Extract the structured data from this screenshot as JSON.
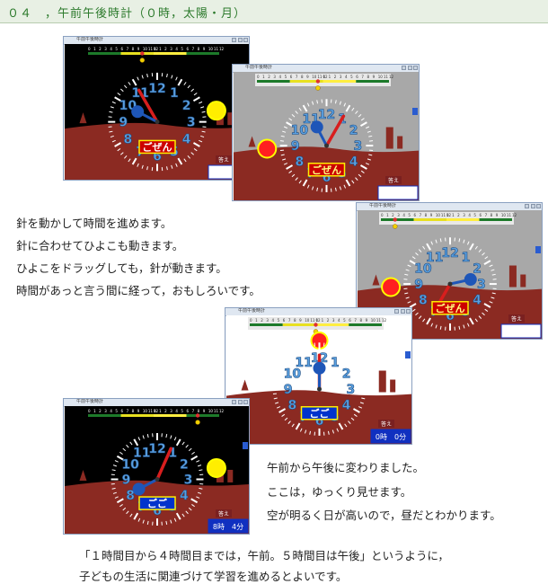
{
  "header": {
    "title": "０４　，午前午後時計（０時，太陽・月）"
  },
  "window": {
    "title_label": "午前午後時計"
  },
  "screenshots": [
    {
      "mode": "night",
      "label": "ごぜん",
      "label_color": "#cc0000",
      "ampm_color": "#ffffff",
      "hour": 9,
      "minute": 55,
      "answer": "答え",
      "time_text": ""
    },
    {
      "mode": "gray",
      "label": "ごぜん",
      "label_color": "#cc0000",
      "ampm_color": "#ffff80",
      "hour": 11,
      "minute": 5,
      "answer": "答え",
      "time_text": ""
    },
    {
      "mode": "gray",
      "label": "ごぜん",
      "label_color": "#cc0000",
      "ampm_color": "#ffff80",
      "hour": 2,
      "minute": 35,
      "answer": "答え",
      "time_text": ""
    },
    {
      "mode": "day",
      "label": "ごご",
      "label_color": "#0033cc",
      "ampm_color": "#ffffff",
      "hour": 0,
      "minute": 0,
      "answer": "答え",
      "time_text": "0時　0分"
    },
    {
      "mode": "night",
      "label": "ごご",
      "label_color": "#0033cc",
      "ampm_color": "#ffffff",
      "hour": 8,
      "minute": 4,
      "answer": "答え",
      "time_text": "8時　4分"
    }
  ],
  "clock": {
    "numbers": [
      "12",
      "1",
      "2",
      "3",
      "4",
      "5",
      "6",
      "7",
      "8",
      "9",
      "10",
      "11"
    ]
  },
  "ruler": {
    "ticks": [
      "0",
      "1",
      "2",
      "3",
      "4",
      "5",
      "6",
      "7",
      "8",
      "9",
      "10",
      "11",
      "12"
    ]
  },
  "text_block_1": [
    "針を動かして時間を進めます。",
    "針に合わせてひよこも動きます。",
    "ひよこをドラッグしても，針が動きます。",
    "時間があっと言う間に経って，おもしろいです。"
  ],
  "text_block_2": [
    "午前から午後に変わりました。",
    "ここは，ゆっくり見せます。",
    "空が明るく日が高いので，昼だとわかります。"
  ],
  "text_block_3": [
    "「１時間目から４時間目までは，午前。５時間目は午後」というように，",
    "子どもの生活に関連づけて学習を進めるとよいです。"
  ],
  "colors": {
    "accent": "#2c7a2c",
    "ground": "#8b2a22",
    "numbers": "#5aa0e0"
  }
}
